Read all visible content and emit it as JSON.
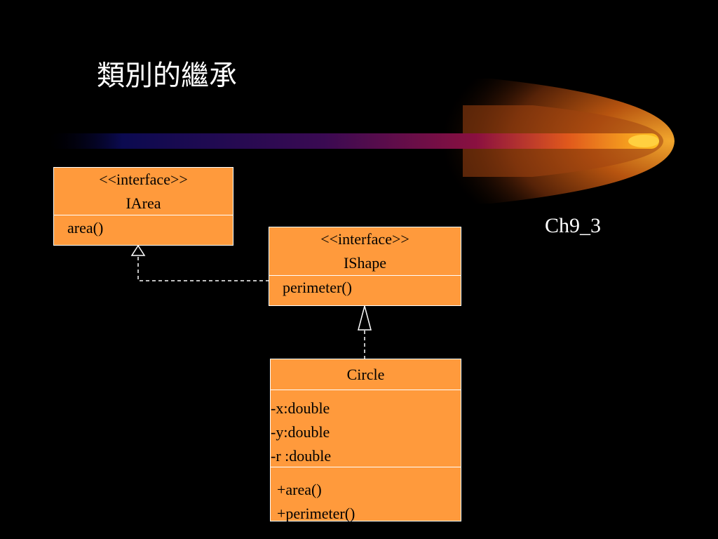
{
  "slide": {
    "title": "類別的繼承",
    "chapter_label": "Ch9_3"
  },
  "colors": {
    "background": "#000000",
    "box_fill": "#ff9a3c",
    "box_border": "#ffffff",
    "connector": "#ffffff",
    "comet_core": "#ffcc33"
  },
  "uml": {
    "iarea": {
      "stereotype": "<<interface>>",
      "name": "IArea",
      "methods": [
        "area()"
      ]
    },
    "ishape": {
      "stereotype": "<<interface>>",
      "name": "IShape",
      "methods": [
        "perimeter()"
      ]
    },
    "circle": {
      "name": "Circle",
      "attributes": [
        "-x:double",
        "-y:double",
        "-r :double"
      ],
      "methods": [
        "+area()",
        "+perimeter()"
      ]
    }
  },
  "relations": [
    {
      "from": "IShape",
      "to": "IArea",
      "type": "realization"
    },
    {
      "from": "Circle",
      "to": "IShape",
      "type": "realization"
    }
  ]
}
